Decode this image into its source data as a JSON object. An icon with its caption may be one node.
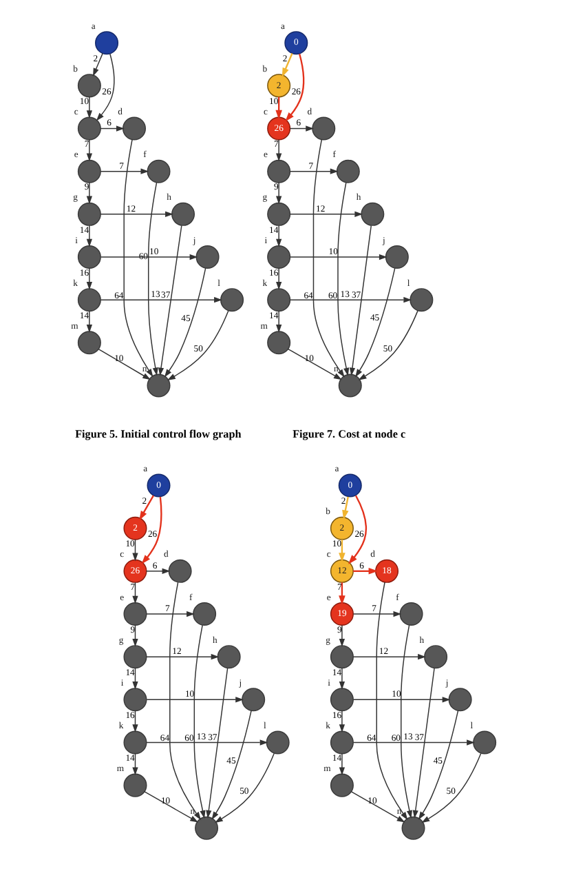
{
  "diagram": {
    "nodes": [
      {
        "text": [],
        "shape": "circle",
        "beside": [
          "a"
        ]
      },
      {
        "text": [],
        "shape": "circle",
        "beside": [
          "b"
        ]
      },
      {
        "text": [],
        "shape": "circle",
        "beside": [
          "c"
        ]
      },
      {
        "text": [],
        "shape": "circle",
        "beside": [
          "d"
        ]
      },
      {
        "text": [],
        "shape": "circle",
        "beside": [
          "e"
        ]
      },
      {
        "text": [],
        "shape": "circle",
        "beside": [
          "f"
        ]
      },
      {
        "text": [],
        "shape": "circle",
        "beside": [
          "g"
        ]
      },
      {
        "text": [],
        "shape": "circle",
        "beside": [
          "h"
        ]
      },
      {
        "text": [],
        "shape": "circle",
        "beside": [
          "i"
        ]
      },
      {
        "text": [],
        "shape": "circle",
        "beside": [
          "j"
        ]
      },
      {
        "text": [],
        "shape": "circle",
        "beside": [
          "k"
        ]
      },
      {
        "text": [],
        "shape": "circle",
        "beside": [
          "l"
        ]
      },
      {
        "text": [],
        "shape": "circle",
        "beside": [
          "m"
        ]
      },
      {
        "text": [],
        "shape": "circle",
        "beside": [
          "n"
        ]
      },
      {
        "text": [
          "0"
        ],
        "beside": [
          "a"
        ]
      },
      {
        "text": [
          "2"
        ],
        "beside": [
          "b"
        ]
      },
      {
        "text": [
          "26"
        ],
        "beside": [
          "c"
        ]
      },
      {
        "text": [],
        "shape": "circle",
        "beside": [
          "d"
        ]
      },
      {
        "text": [],
        "shape": "circle",
        "beside": [
          "e"
        ]
      },
      {
        "text": [],
        "shape": "circle",
        "beside": [
          "f"
        ]
      },
      {
        "text": [],
        "shape": "circle",
        "beside": [
          "g"
        ]
      },
      {
        "text": [],
        "shape": "circle",
        "beside": [
          "h"
        ]
      },
      {
        "text": [],
        "shape": "circle",
        "beside": [
          "i"
        ]
      },
      {
        "text": [],
        "shape": "circle",
        "beside": [
          "j"
        ]
      },
      {
        "text": [],
        "shape": "circle",
        "beside": [
          "k"
        ]
      },
      {
        "text": [],
        "shape": "circle",
        "beside": [
          "l"
        ]
      },
      {
        "text": [],
        "shape": "circle",
        "beside": [
          "m"
        ]
      },
      {
        "text": [],
        "shape": "circle",
        "beside": [
          "n"
        ]
      },
      {
        "text": [
          "0"
        ],
        "beside": [
          "a"
        ]
      },
      {
        "text": [
          "2"
        ]
      },
      {
        "text": [
          "26"
        ],
        "beside": [
          "c"
        ]
      },
      {
        "text": [],
        "shape": "circle",
        "beside": [
          "d"
        ]
      },
      {
        "text": [],
        "shape": "circle",
        "beside": [
          "e"
        ]
      },
      {
        "text": [],
        "shape": "circle",
        "beside": [
          "f"
        ]
      },
      {
        "text": [],
        "shape": "circle",
        "beside": [
          "g"
        ]
      },
      {
        "text": [],
        "shape": "circle",
        "beside": [
          "h"
        ]
      },
      {
        "text": [],
        "shape": "circle",
        "beside": [
          "i"
        ]
      },
      {
        "text": [],
        "shape": "circle",
        "beside": [
          "j"
        ]
      },
      {
        "text": [],
        "shape": "circle",
        "beside": [
          "k"
        ]
      },
      {
        "text": [],
        "shape": "circle",
        "beside": [
          "l"
        ]
      },
      {
        "text": [],
        "shape": "circle",
        "beside": [
          "m"
        ]
      },
      {
        "text": [],
        "shape": "circle",
        "beside": [
          "n"
        ]
      },
      {
        "text": [
          "0"
        ],
        "beside": [
          "a"
        ]
      },
      {
        "text": [
          "2"
        ],
        "beside": [
          "b"
        ]
      },
      {
        "text": [
          "12"
        ],
        "beside": [
          "c"
        ]
      },
      {
        "text": [
          "18"
        ],
        "beside": [
          "d"
        ]
      },
      {
        "text": [
          "19"
        ],
        "beside": [
          "e"
        ]
      },
      {
        "text": [],
        "shape": "circle",
        "beside": [
          "f"
        ]
      },
      {
        "text": [],
        "shape": "circle",
        "beside": [
          "g"
        ]
      },
      {
        "text": [],
        "shape": "circle",
        "beside": [
          "h"
        ]
      },
      {
        "text": [],
        "shape": "circle",
        "beside": [
          "i"
        ]
      },
      {
        "text": [],
        "shape": "circle",
        "beside": [
          "j"
        ]
      },
      {
        "text": [],
        "shape": "circle",
        "beside": [
          "k"
        ]
      },
      {
        "text": [],
        "shape": "circle",
        "beside": [
          "l"
        ]
      },
      {
        "text": [],
        "shape": "circle",
        "beside": [
          "m"
        ]
      },
      {
        "text": [],
        "shape": "circle",
        "beside": [
          "n"
        ]
      }
    ],
    "edges": [
      {
        "from": 0,
        "to": 1,
        "arrow": "to",
        "label": "2"
      },
      {
        "from": 0,
        "to": 2,
        "arrow": "to",
        "label": "26"
      },
      {
        "from": 1,
        "to": 2,
        "arrow": "to",
        "label": "10"
      },
      {
        "from": 2,
        "to": 3,
        "arrow": "to",
        "label": "6"
      },
      {
        "from": 2,
        "to": 4,
        "arrow": "to",
        "label": "7"
      },
      {
        "from": 4,
        "to": 5,
        "arrow": "to",
        "label": "7"
      },
      {
        "from": 4,
        "to": 6,
        "arrow": "to",
        "label": "9"
      },
      {
        "from": 6,
        "to": 7,
        "arrow": "to",
        "label": "12"
      },
      {
        "from": 6,
        "to": 8,
        "arrow": "to",
        "label": "14"
      },
      {
        "from": 8,
        "to": 9,
        "arrow": "to",
        "label": "10"
      },
      {
        "from": 8,
        "to": 10,
        "arrow": "to",
        "label": "16"
      },
      {
        "from": 10,
        "to": 11,
        "arrow": "to",
        "label": "13"
      },
      {
        "from": 10,
        "to": 12,
        "arrow": "to",
        "label": "14"
      },
      {
        "from": 12,
        "to": 13,
        "arrow": "to",
        "label": "10"
      },
      {
        "from": 7,
        "to": 13,
        "arrow": "to",
        "label": "37"
      },
      {
        "from": 9,
        "to": 13,
        "arrow": "to",
        "label": "45"
      },
      {
        "from": 5,
        "to": 13,
        "arrow": "to",
        "label": "60"
      },
      {
        "from": 3,
        "to": 13,
        "arrow": "to",
        "label": "64"
      },
      {
        "from": 11,
        "to": 13,
        "arrow": "to",
        "label": "50"
      },
      {
        "from": 14,
        "to": 15,
        "arrow": "to",
        "label": "2",
        "color": "#f0b430"
      },
      {
        "from": 14,
        "to": 16,
        "arrow": "to",
        "label": "26",
        "color": "#e3321c"
      },
      {
        "from": 15,
        "to": 16,
        "arrow": "to",
        "label": "10",
        "color": "#e3321c"
      },
      {
        "from": 16,
        "to": 17,
        "arrow": "to",
        "label": "6"
      },
      {
        "from": 16,
        "to": 18,
        "arrow": "to",
        "label": "7"
      },
      {
        "from": 18,
        "to": 19,
        "arrow": "to",
        "label": "7"
      },
      {
        "from": 18,
        "to": 20,
        "arrow": "to",
        "label": "9"
      },
      {
        "from": 20,
        "to": 21,
        "arrow": "to",
        "label": "12"
      },
      {
        "from": 20,
        "to": 22,
        "arrow": "to",
        "label": "14"
      },
      {
        "from": 22,
        "to": 23,
        "arrow": "to",
        "label": "10"
      },
      {
        "from": 22,
        "to": 24,
        "arrow": "to",
        "label": "16"
      },
      {
        "from": 24,
        "to": 25,
        "arrow": "to",
        "label": "13"
      },
      {
        "from": 24,
        "to": 26,
        "arrow": "to",
        "label": "14"
      },
      {
        "from": 26,
        "to": 27,
        "arrow": "to",
        "label": "10"
      },
      {
        "from": 21,
        "to": 27,
        "arrow": "to",
        "label": "37"
      },
      {
        "from": 23,
        "to": 27,
        "arrow": "to",
        "label": "45"
      },
      {
        "from": 19,
        "to": 27,
        "arrow": "to",
        "label": "60"
      },
      {
        "from": 17,
        "to": 27,
        "arrow": "to",
        "label": "64"
      },
      {
        "from": 25,
        "to": 27,
        "arrow": "to",
        "label": "50"
      },
      {
        "from": 28,
        "to": 29,
        "arrow": "to",
        "label": "2",
        "color": "#e3321c"
      },
      {
        "from": 28,
        "to": 30,
        "arrow": "to",
        "label": "26",
        "color": "#e3321c"
      },
      {
        "from": 29,
        "to": 30,
        "arrow": "to",
        "label": "10"
      },
      {
        "from": 30,
        "to": 31,
        "arrow": "to",
        "label": "6"
      },
      {
        "from": 30,
        "to": 32,
        "arrow": "to",
        "label": "7"
      },
      {
        "from": 32,
        "to": 33,
        "arrow": "to",
        "label": "7"
      },
      {
        "from": 32,
        "to": 34,
        "arrow": "to",
        "label": "9"
      },
      {
        "from": 34,
        "to": 35,
        "arrow": "to",
        "label": "12"
      },
      {
        "from": 34,
        "to": 36,
        "arrow": "to",
        "label": "14"
      },
      {
        "from": 36,
        "to": 37,
        "arrow": "to",
        "label": "10"
      },
      {
        "from": 36,
        "to": 38,
        "arrow": "to",
        "label": "16"
      },
      {
        "from": 38,
        "to": 39,
        "arrow": "to",
        "label": "13"
      },
      {
        "from": 38,
        "to": 40,
        "arrow": "to",
        "label": "14"
      },
      {
        "from": 40,
        "to": 41,
        "arrow": "to",
        "label": "10"
      },
      {
        "from": 35,
        "to": 41,
        "arrow": "to",
        "label": "37"
      },
      {
        "from": 37,
        "to": 41,
        "arrow": "to",
        "label": "45"
      },
      {
        "from": 33,
        "to": 41,
        "arrow": "to",
        "label": "60"
      },
      {
        "from": 31,
        "to": 41,
        "arrow": "to",
        "label": "64"
      },
      {
        "from": 39,
        "to": 41,
        "arrow": "to",
        "label": "50"
      },
      {
        "from": 42,
        "to": 43,
        "arrow": "to",
        "label": "2",
        "color": "#f0b430"
      },
      {
        "from": 42,
        "to": 44,
        "arrow": "to",
        "label": "26",
        "color": "#e3321c"
      },
      {
        "from": 43,
        "to": 44,
        "arrow": "to",
        "label": "10",
        "color": "#f0b430"
      },
      {
        "from": 44,
        "to": 45,
        "arrow": "to",
        "label": "6",
        "color": "#e3321c"
      },
      {
        "from": 44,
        "to": 46,
        "arrow": "to",
        "label": "7",
        "color": "#e3321c"
      },
      {
        "from": 46,
        "to": 47,
        "arrow": "to",
        "label": "7"
      },
      {
        "from": 46,
        "to": 48,
        "arrow": "to",
        "label": "9"
      },
      {
        "from": 48,
        "to": 49,
        "arrow": "to",
        "label": "12"
      },
      {
        "from": 48,
        "to": 50,
        "arrow": "to",
        "label": "14"
      },
      {
        "from": 50,
        "to": 51,
        "arrow": "to",
        "label": "10"
      },
      {
        "from": 50,
        "to": 52,
        "arrow": "to",
        "label": "16"
      },
      {
        "from": 52,
        "to": 53,
        "arrow": "to",
        "label": "13"
      },
      {
        "from": 52,
        "to": 54,
        "arrow": "to",
        "label": "14"
      },
      {
        "from": 54,
        "to": 55,
        "arrow": "to",
        "label": "10"
      },
      {
        "from": 49,
        "to": 55,
        "arrow": "to",
        "label": "37"
      },
      {
        "from": 51,
        "to": 55,
        "arrow": "to",
        "label": "45"
      },
      {
        "from": 47,
        "to": 55,
        "arrow": "to",
        "label": "60"
      },
      {
        "from": 45,
        "to": 55,
        "arrow": "to",
        "label": "64"
      },
      {
        "from": 53,
        "to": 55,
        "arrow": "to",
        "label": "50"
      }
    ],
    "labels": [
      "Figure 5. Initial control flow graph",
      "Figure 7. Cost at node c"
    ]
  }
}
